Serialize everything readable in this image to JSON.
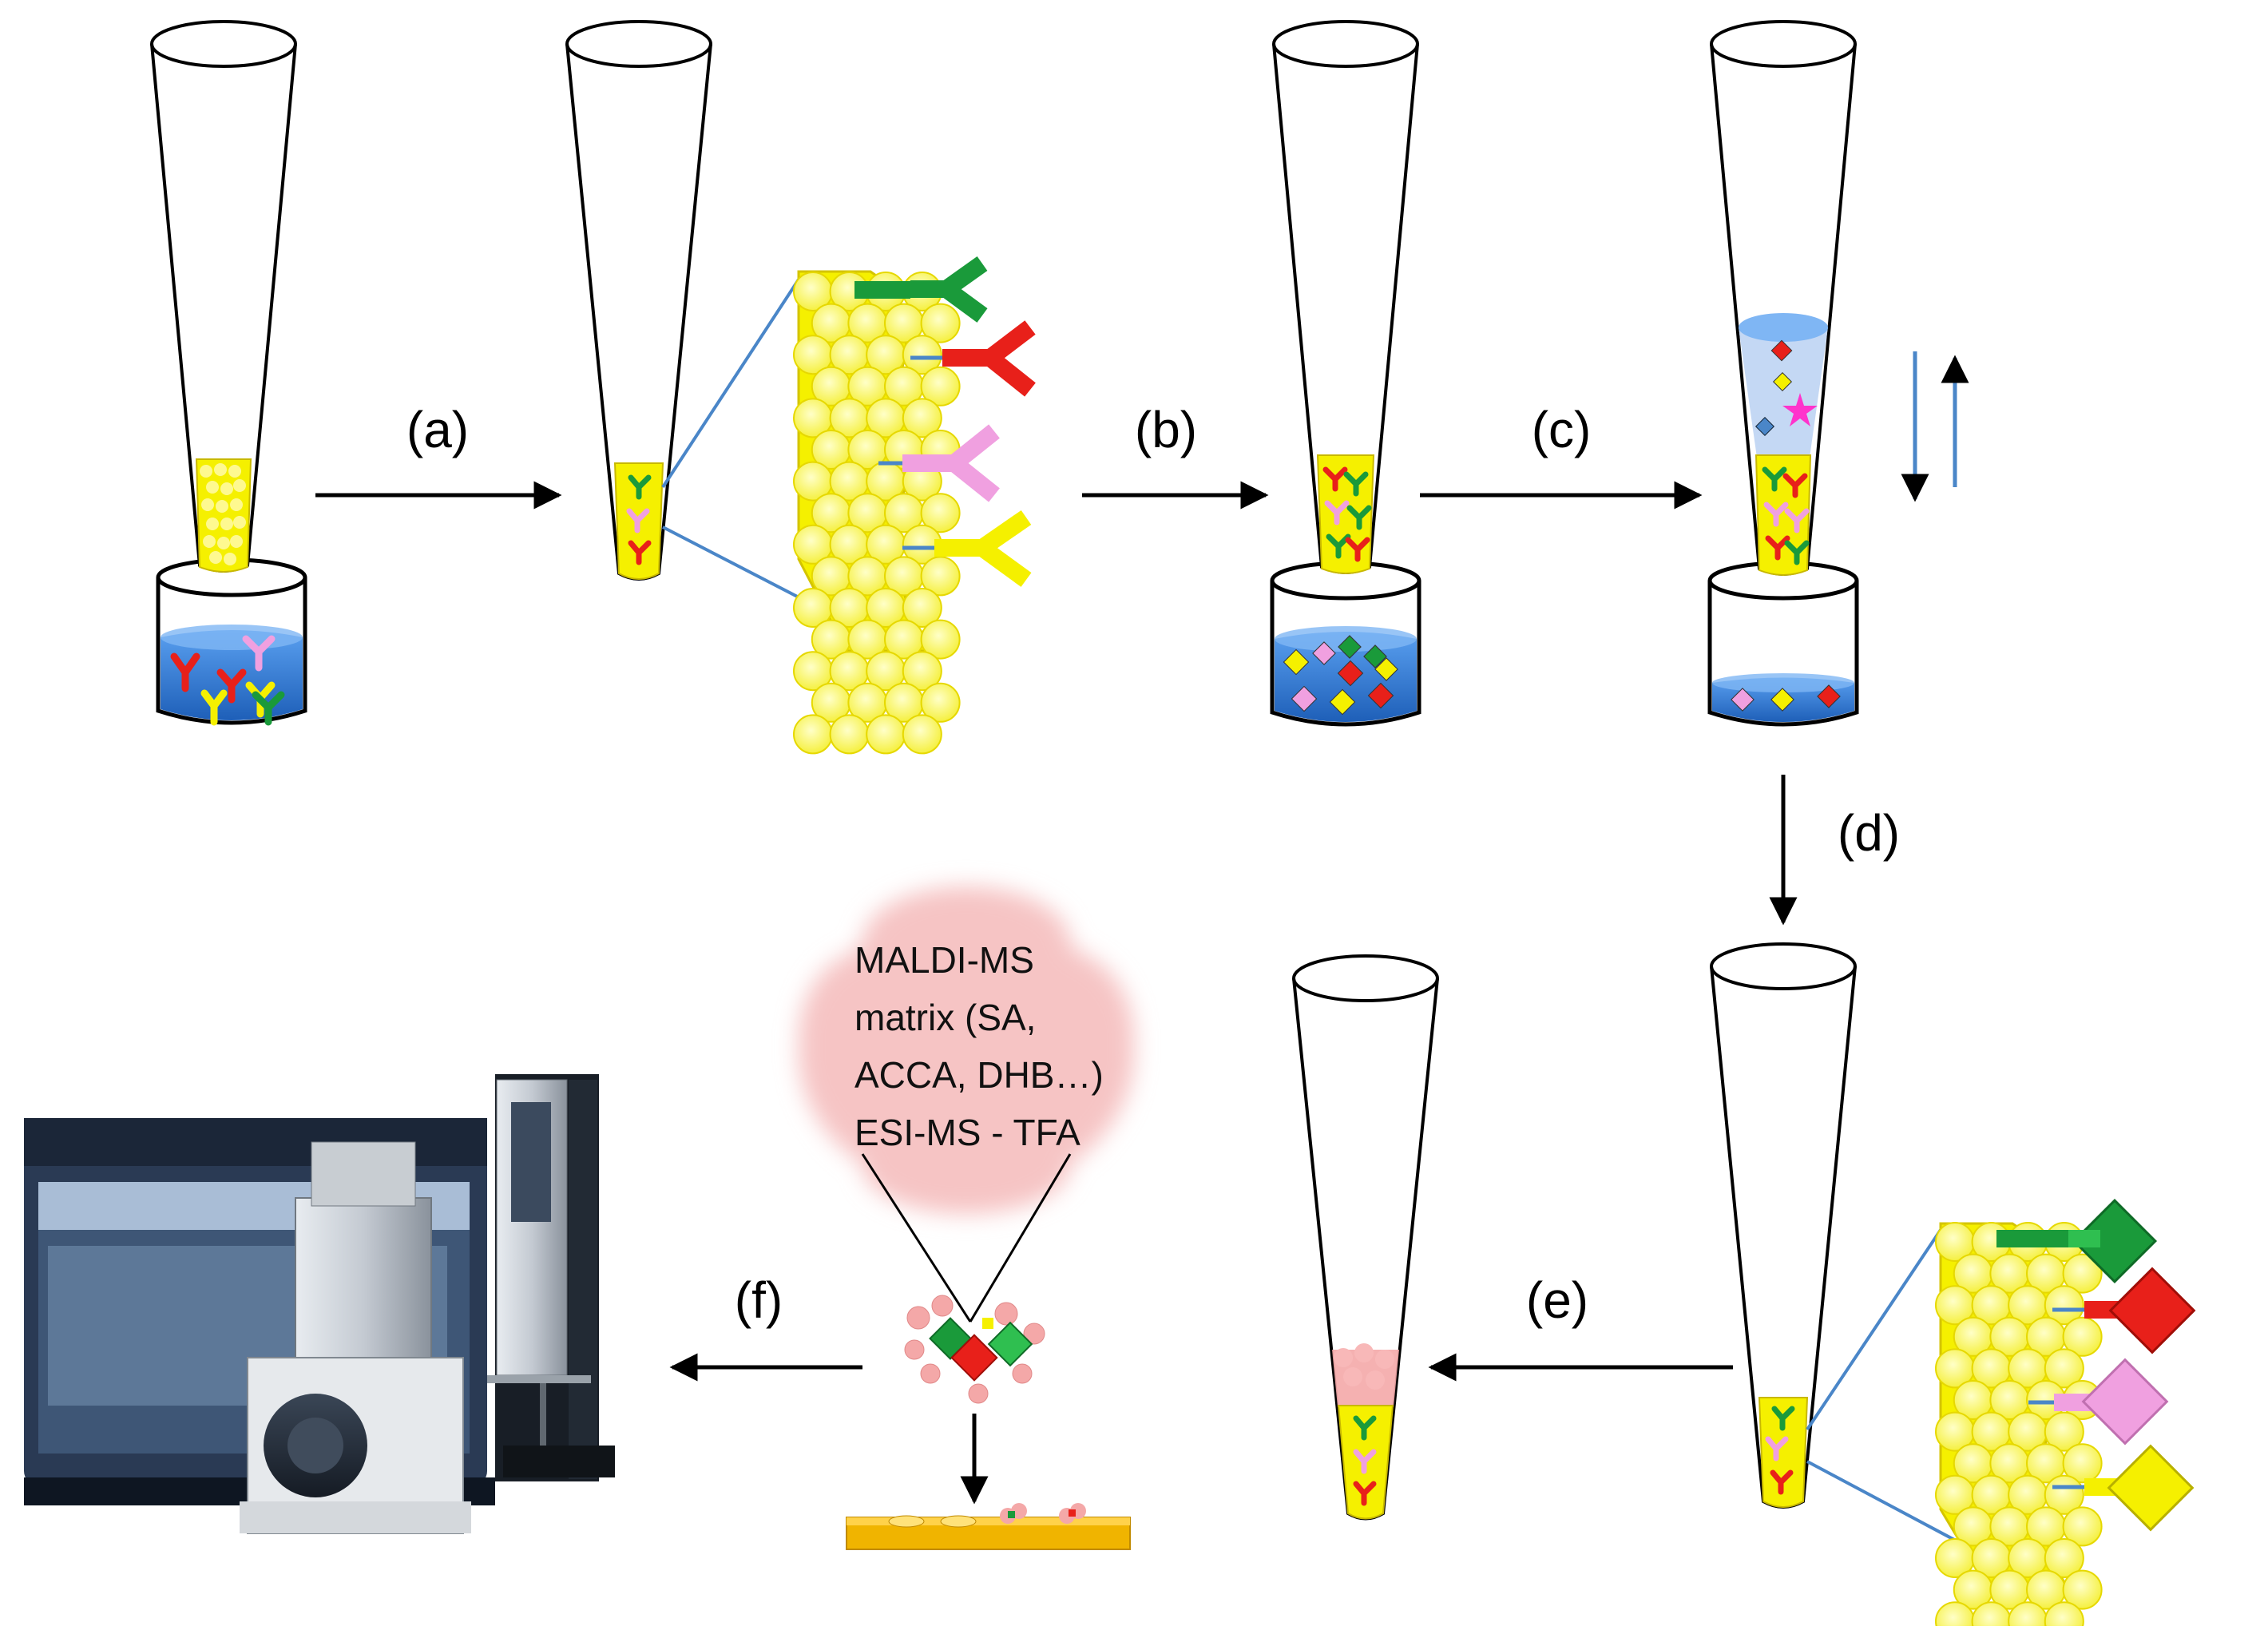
{
  "steps": {
    "a": "(a)",
    "b": "(b)",
    "c": "(c)",
    "d": "(d)",
    "e": "(e)",
    "f": "(f)"
  },
  "matrix_cloud": {
    "lines": [
      "MALDI-MS",
      "matrix (SA,",
      "ACCA, DHB…)",
      "ESI-MS - TFA"
    ]
  },
  "colors": {
    "resin_bead": "#ffff66",
    "resin_outline": "#d4c400",
    "buffer_blue": "#2f78d0",
    "tether_blue": "#4a86c8",
    "antibody_green": "#1a9a3a",
    "antibody_red": "#e8201a",
    "antibody_pink": "#f0a0e0",
    "antibody_yellow": "#f5f000",
    "matrix_pink": "#f8c8c8",
    "instrument_gray": "#c8ccd0"
  }
}
